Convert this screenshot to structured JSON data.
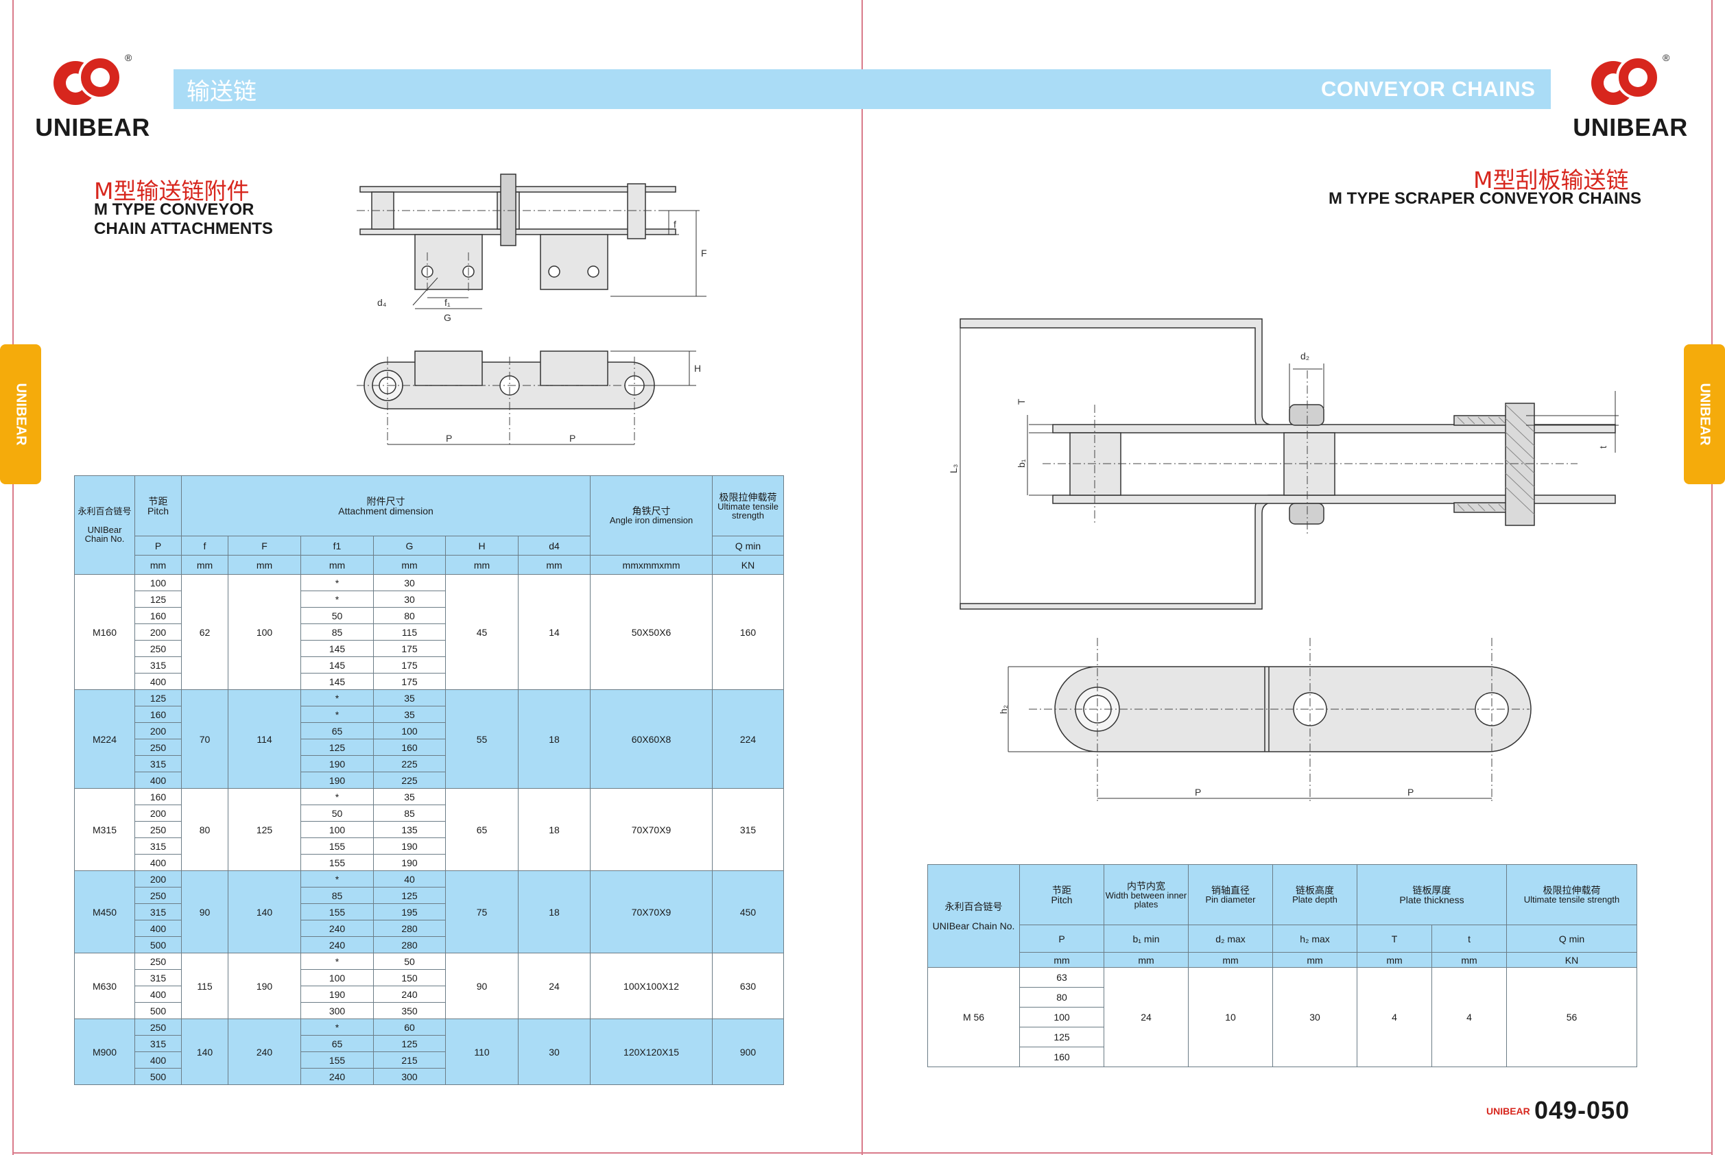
{
  "brand": {
    "name": "UNIBEAR",
    "registered": "®",
    "header_zh": "输送链",
    "header_en": "CONVEYOR CHAINS",
    "side_tab": "UNIBEAR",
    "colors": {
      "red": "#d7261d",
      "blue": "#aadcf6",
      "orange": "#f5ab0b"
    }
  },
  "left": {
    "title_zh": "M型输送链附件",
    "title_en_1": "M TYPE CONVEYOR",
    "title_en_2": "CHAIN ATTACHMENTS",
    "drawing_labels": {
      "d4": "d₄",
      "f1": "f₁",
      "G": "G",
      "f": "f",
      "F": "F",
      "H": "H",
      "P1": "P",
      "P2": "P"
    },
    "table": {
      "h_chain_zh": "永利百合链号",
      "h_chain_en": "UNIBear Chain No.",
      "h_pitch_zh": "节距",
      "h_pitch_en": "Pitch",
      "h_attach_zh": "附件尺寸",
      "h_attach_en": "Attachment dimension",
      "h_angle_zh": "角铁尺寸",
      "h_angle_en": "Angle iron dimension",
      "h_strength_zh": "极限拉伸载荷",
      "h_strength_en": "Ultimate tensile strength",
      "sym": [
        "P",
        "f",
        "F",
        "f1",
        "G",
        "H",
        "d4",
        "",
        "Q min"
      ],
      "units": [
        "mm",
        "mm",
        "mm",
        "mm",
        "mm",
        "mm",
        "mm",
        "mmxmmxmm",
        "KN"
      ],
      "groups": [
        {
          "chain": "M160",
          "f": "62",
          "F": "100",
          "H": "45",
          "d4": "14",
          "angle": "50X50X6",
          "q": "160",
          "shade": "wh",
          "rows": [
            [
              "100",
              "*",
              "30"
            ],
            [
              "125",
              "*",
              "30"
            ],
            [
              "160",
              "50",
              "80"
            ],
            [
              "200",
              "85",
              "115"
            ],
            [
              "250",
              "145",
              "175"
            ],
            [
              "315",
              "145",
              "175"
            ],
            [
              "400",
              "145",
              "175"
            ]
          ]
        },
        {
          "chain": "M224",
          "f": "70",
          "F": "114",
          "H": "55",
          "d4": "18",
          "angle": "60X60X8",
          "q": "224",
          "shade": "bl",
          "rows": [
            [
              "125",
              "*",
              "35"
            ],
            [
              "160",
              "*",
              "35"
            ],
            [
              "200",
              "65",
              "100"
            ],
            [
              "250",
              "125",
              "160"
            ],
            [
              "315",
              "190",
              "225"
            ],
            [
              "400",
              "190",
              "225"
            ]
          ]
        },
        {
          "chain": "M315",
          "f": "80",
          "F": "125",
          "H": "65",
          "d4": "18",
          "angle": "70X70X9",
          "q": "315",
          "shade": "wh",
          "rows": [
            [
              "160",
              "*",
              "35"
            ],
            [
              "200",
              "50",
              "85"
            ],
            [
              "250",
              "100",
              "135"
            ],
            [
              "315",
              "155",
              "190"
            ],
            [
              "400",
              "155",
              "190"
            ]
          ]
        },
        {
          "chain": "M450",
          "f": "90",
          "F": "140",
          "H": "75",
          "d4": "18",
          "angle": "70X70X9",
          "q": "450",
          "shade": "bl",
          "rows": [
            [
              "200",
              "*",
              "40"
            ],
            [
              "250",
              "85",
              "125"
            ],
            [
              "315",
              "155",
              "195"
            ],
            [
              "400",
              "240",
              "280"
            ],
            [
              "500",
              "240",
              "280"
            ]
          ]
        },
        {
          "chain": "M630",
          "f": "115",
          "F": "190",
          "H": "90",
          "d4": "24",
          "angle": "100X100X12",
          "q": "630",
          "shade": "wh",
          "rows": [
            [
              "250",
              "*",
              "50"
            ],
            [
              "315",
              "100",
              "150"
            ],
            [
              "400",
              "190",
              "240"
            ],
            [
              "500",
              "300",
              "350"
            ]
          ]
        },
        {
          "chain": "M900",
          "f": "140",
          "F": "240",
          "H": "110",
          "d4": "30",
          "angle": "120X120X15",
          "q": "900",
          "shade": "bl",
          "rows": [
            [
              "250",
              "*",
              "60"
            ],
            [
              "315",
              "65",
              "125"
            ],
            [
              "400",
              "155",
              "215"
            ],
            [
              "500",
              "240",
              "300"
            ]
          ]
        }
      ]
    }
  },
  "right": {
    "title_zh": "M型刮板输送链",
    "title_en": "M TYPE SCRAPER CONVEYOR CHAINS",
    "drawing_labels": {
      "d2": "d₂",
      "T": "T",
      "b1": "b₁",
      "L3": "L₃",
      "t": "t",
      "h2": "h₂",
      "P1": "P",
      "P2": "P"
    },
    "table": {
      "h_chain_zh": "永利百合链号",
      "h_chain_en": "UNIBear Chain No.",
      "h_pitch_zh": "节距",
      "h_pitch_en": "Pitch",
      "h_width_zh": "内节内宽",
      "h_width_en": "Width between inner plates",
      "h_pin_zh": "销轴直径",
      "h_pin_en": "Pin diameter",
      "h_plate_zh": "链板高度",
      "h_plate_en": "Plate depth",
      "h_thick_zh": "链板厚度",
      "h_thick_en": "Plate thickness",
      "h_strength_zh": "极限拉伸载荷",
      "h_strength_en": "Ultimate tensile strength",
      "sym": [
        "P",
        "b₁ min",
        "d₂ max",
        "h₂ max",
        "T",
        "t",
        "Q min"
      ],
      "units": [
        "mm",
        "mm",
        "mm",
        "mm",
        "mm",
        "mm",
        "KN"
      ],
      "chain": "M 56",
      "pitches": [
        "63",
        "80",
        "100",
        "125",
        "160"
      ],
      "b1": "24",
      "d2": "10",
      "h2": "30",
      "T": "4",
      "t": "4",
      "q": "56"
    }
  },
  "footer": {
    "brand": "UNIBEAR",
    "pages": "049-050"
  }
}
